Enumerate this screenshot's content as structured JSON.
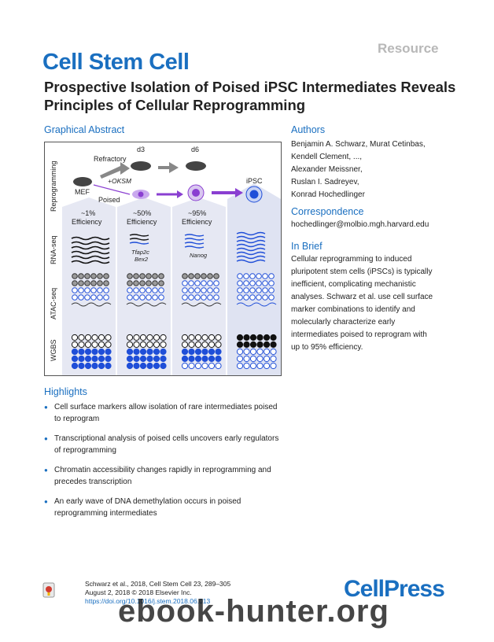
{
  "header": {
    "resource_label": "Resource",
    "journal_name": "Cell Stem Cell",
    "title": "Prospective Isolation of Poised iPSC Intermediates Reveals Principles of Cellular Reprogramming"
  },
  "graphical_abstract": {
    "heading": "Graphical Abstract",
    "row_labels": [
      "Reprogramming",
      "RNA-seq",
      "ATAC-seq",
      "WGBS"
    ],
    "timepoints": [
      "d3",
      "d6",
      "iPSC"
    ],
    "mef_label": "MEF",
    "refractory_label": "Refractory",
    "oksm_label": "+OKSM",
    "poised_label": "Poised",
    "efficiencies": [
      {
        "value": "~1%",
        "label": "Efficiency"
      },
      {
        "value": "~50%",
        "label": "Efficiency"
      },
      {
        "value": "~95%",
        "label": "Efficiency"
      }
    ],
    "genes_col2": [
      "Tfap2c",
      "Bex2"
    ],
    "genes_col3": [
      "Nanog"
    ],
    "colors": {
      "blue": "#1f4ed8",
      "purple": "#8a3fd1",
      "grey": "#777777",
      "column_tint": "#e6e8f3"
    }
  },
  "authors": {
    "heading": "Authors",
    "lines": [
      "Benjamin A. Schwarz, Murat Cetinbas,",
      "Kendell Clement, ...,",
      "Alexander Meissner,",
      "Ruslan I. Sadreyev,",
      "Konrad Hochedlinger"
    ]
  },
  "correspondence": {
    "heading": "Correspondence",
    "email": "hochedlinger@molbio.mgh.harvard.edu"
  },
  "in_brief": {
    "heading": "In Brief",
    "lines": [
      "Cellular reprogramming to induced",
      "pluripotent stem cells (iPSCs) is typically",
      "inefficient, complicating mechanistic",
      "analyses. Schwarz et al. use cell surface",
      "marker combinations to identify and",
      "molecularly characterize early",
      "intermediates poised to reprogram with",
      "up to 95% efficiency."
    ]
  },
  "highlights": {
    "heading": "Highlights",
    "items": [
      "Cell surface markers allow isolation of rare intermediates poised to reprogram",
      "Transcriptional analysis of poised cells uncovers early regulators of reprogramming",
      "Chromatin accessibility changes rapidly in reprogramming and precedes transcription",
      "An early wave of DNA demethylation occurs in poised reprogramming intermediates"
    ]
  },
  "citation": {
    "line1": "Schwarz et al., 2018, Cell Stem Cell 23, 289–305",
    "line2": "August 2, 2018 © 2018 Elsevier Inc.",
    "doi": "https://doi.org/10.1016/j.stem.2018.06.013"
  },
  "footer": {
    "publisher_logo": "CellPress",
    "watermark": "ebook-hunter.org",
    "crossmark_icon": "crossmark-icon"
  }
}
